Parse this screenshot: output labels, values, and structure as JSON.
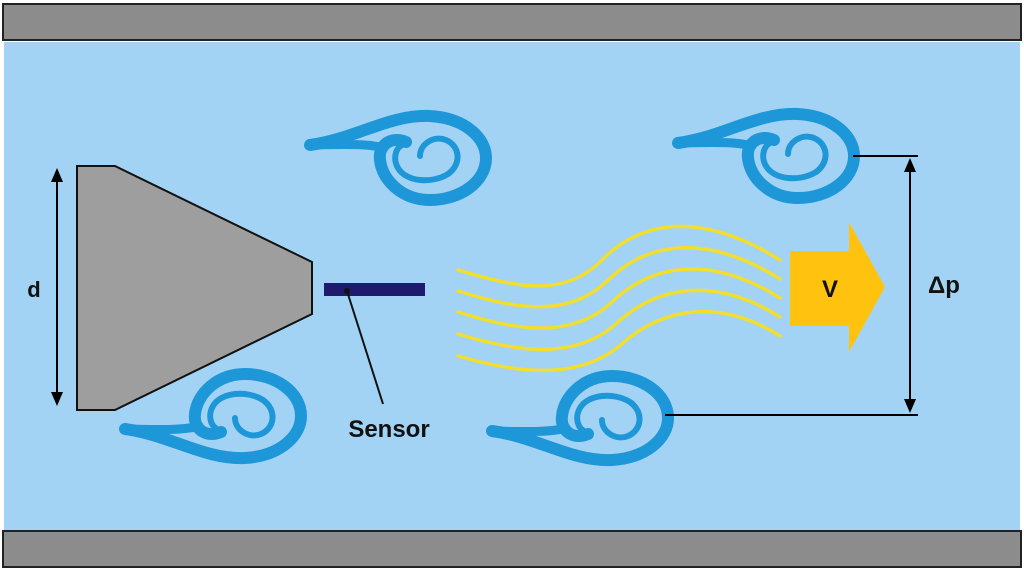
{
  "labels": {
    "diameter": "d",
    "sensor": "Sensor",
    "velocity": "V",
    "pressure_delta": "Δp"
  },
  "colors": {
    "fluid": "#a3d3f4",
    "wall": "#8c8c8c",
    "bluff_body": "#9e9e9e",
    "vortex": "#1e97d8",
    "sensor": "#1f1a6e",
    "flow_waves": "#f2de2c",
    "velocity_arrow": "#ffc20e"
  },
  "icons": {
    "vortex": "vortex-swirl-icon",
    "flow_arrow": "arrow-right-icon"
  }
}
